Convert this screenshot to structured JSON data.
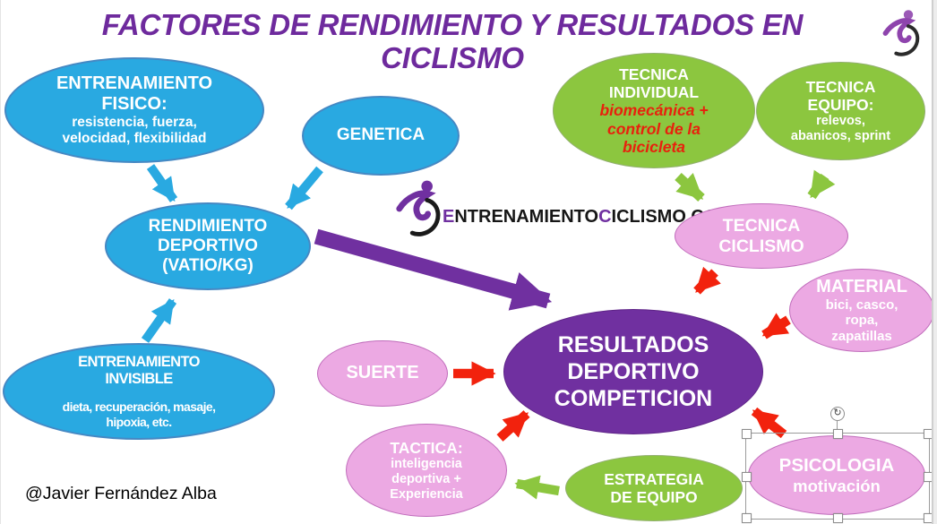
{
  "title": {
    "line1": "FACTORES DE RENDIMIENTO Y RESULTADOS EN",
    "line2": "CICLISMO"
  },
  "brand": {
    "part1": "E",
    "part2": "NTRENAMIENTO",
    "part3": "C",
    "part4": "ICLISMO.COM"
  },
  "author": "@Javier Fernández Alba",
  "icons": {
    "cyclist_logo": "cyclist-figure",
    "rotate_handle": "↻"
  },
  "colors": {
    "title_purple": "#6E2A9D",
    "node_blue": "#29A9E1",
    "node_green": "#8CC63F",
    "node_plum": "#ECA9E3",
    "node_purple": "#7030A0",
    "arrow_red": "#F2220D",
    "accent_red_text": "#E8210D"
  },
  "nodes": {
    "fisico": {
      "title": "ENTRENAMIENTO\nFISICO:",
      "subtitle": "resistencia, fuerza,\nvelocidad, flexibilidad"
    },
    "genetica": {
      "title": "GENETICA"
    },
    "tecnica_individual": {
      "title": "TECNICA\nINDIVIDUAL",
      "accent": "biomecánica +\ncontrol de la\nbicicleta"
    },
    "tecnica_equipo": {
      "title": "TECNICA\nEQUIPO:",
      "subtitle": "relevos,\nabanicos, sprint"
    },
    "rendimiento": {
      "title": "RENDIMIENTO\nDEPORTIVO\n(VATIO/KG)"
    },
    "tecnica_ciclismo": {
      "title": "TECNICA\nCICLISMO"
    },
    "material": {
      "title": "MATERIAL",
      "subtitle": "bici, casco,\nropa,\nzapatillas"
    },
    "resultados": {
      "title": "RESULTADOS\nDEPORTIVO\nCOMPETICION"
    },
    "invisible": {
      "title": "ENTRENAMIENTO\nINVISIBLE",
      "subtitle": "dieta, recuperación, masaje,\nhipoxia, etc."
    },
    "suerte": {
      "title": "SUERTE"
    },
    "tactica": {
      "title": "TACTICA:",
      "subtitle": "inteligencia\ndeportiva +\nExperiencia"
    },
    "estrategia": {
      "title": "ESTRATEGIA\nDE EQUIPO"
    },
    "psicologia": {
      "title": "PSICOLOGIA",
      "subtitle": "motivación"
    }
  }
}
